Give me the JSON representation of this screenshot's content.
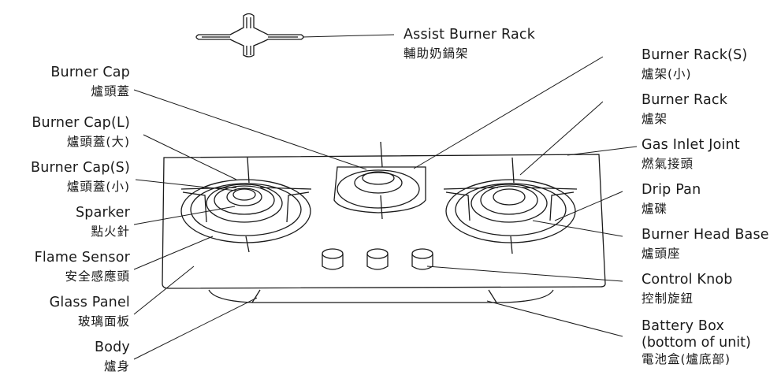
{
  "labels": {
    "assist_burner_rack": {
      "en": "Assist Burner Rack",
      "zh": "輔助奶鍋架"
    },
    "burner_cap": {
      "en": "Burner Cap",
      "zh": "爐頭蓋"
    },
    "burner_cap_l": {
      "en": "Burner Cap(L)",
      "zh": "爐頭蓋(大)"
    },
    "burner_cap_s": {
      "en": "Burner Cap(S)",
      "zh": "爐頭蓋(小)"
    },
    "sparker": {
      "en": "Sparker",
      "zh": "點火針"
    },
    "flame_sensor": {
      "en": "Flame Sensor",
      "zh": "安全感應頭"
    },
    "glass_panel": {
      "en": "Glass Panel",
      "zh": "玻璃面板"
    },
    "body": {
      "en": "Body",
      "zh": "爐身"
    },
    "burner_rack_s": {
      "en": "Burner Rack(S)",
      "zh": "爐架(小)"
    },
    "burner_rack": {
      "en": "Burner Rack",
      "zh": "爐架"
    },
    "gas_inlet_joint": {
      "en": "Gas Inlet Joint",
      "zh": "燃氣接頭"
    },
    "drip_pan": {
      "en": "Drip Pan",
      "zh": "爐碟"
    },
    "burner_head_base": {
      "en": "Burner Head Base",
      "zh": "爐頭座"
    },
    "control_knob": {
      "en": "Control Knob",
      "zh": "控制旋鈕"
    },
    "battery_box": {
      "en": "Battery Box",
      "en2": "(bottom of unit)",
      "zh": "電池盒(爐底部)"
    }
  }
}
